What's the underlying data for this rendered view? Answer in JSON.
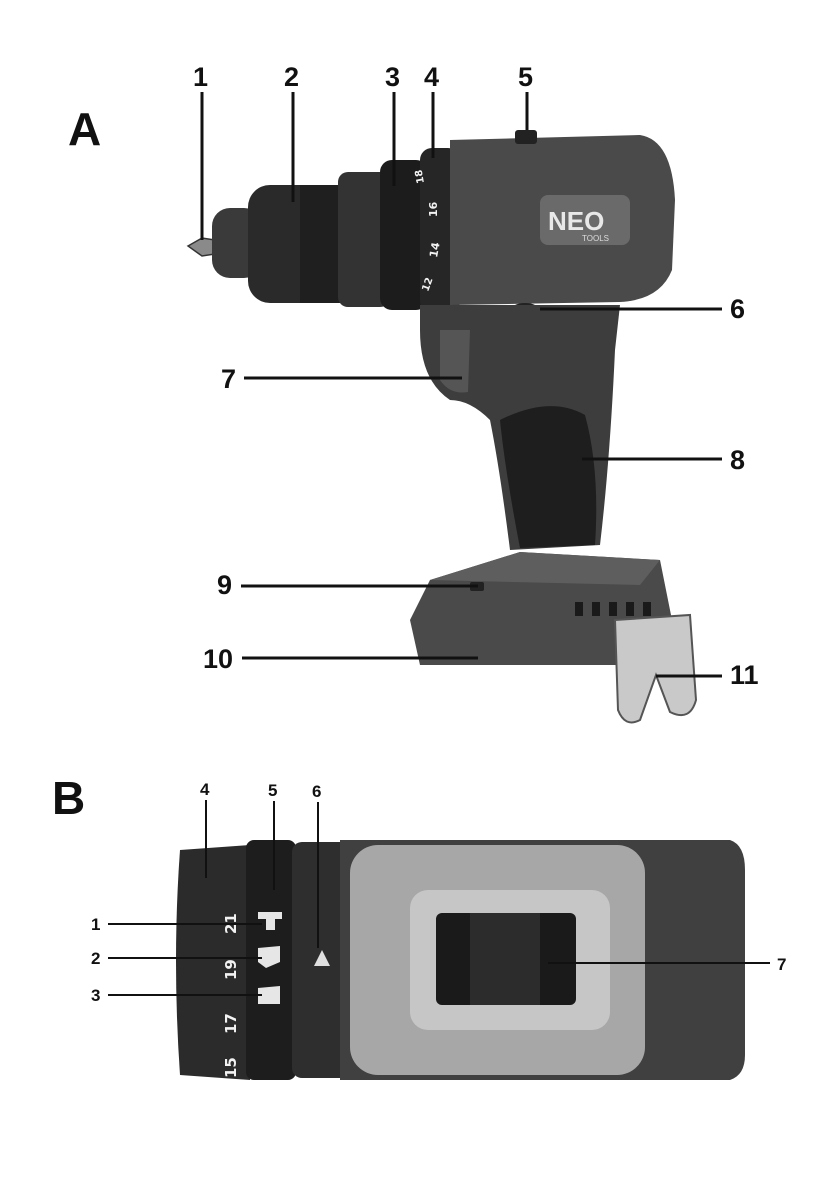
{
  "figure_a": {
    "letter": "A",
    "brand_text": "NEO",
    "brand_sub": "TOOLS",
    "callouts": [
      "1",
      "2",
      "3",
      "4",
      "5",
      "6",
      "7",
      "8",
      "9",
      "10",
      "11"
    ],
    "dial_numbers": [
      "12",
      "14",
      "16",
      "18"
    ]
  },
  "figure_b": {
    "letter": "B",
    "callouts": [
      "1",
      "2",
      "3",
      "4",
      "5",
      "6",
      "7"
    ],
    "dial_numbers": [
      "15",
      "17",
      "19",
      "21"
    ]
  },
  "colors": {
    "body_dark": "#2a2a2a",
    "body_mid": "#5a5a5a",
    "body_light": "#a9a9a9",
    "label_ink": "#111111"
  }
}
